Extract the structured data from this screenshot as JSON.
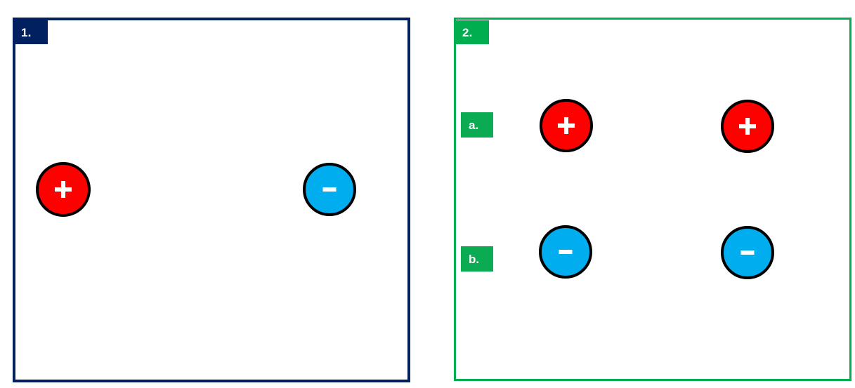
{
  "colors": {
    "panel_1_border": "#002060",
    "panel_2_border": "#00ad4f",
    "badge_navy": "#002060",
    "badge_green": "#00ad4f",
    "row_badge_green": "#0aab52",
    "positive_charge": "#fd0000",
    "negative_charge": "#00aeef",
    "charge_outline": "#000000",
    "sign_color": "#ffffff",
    "background": "#ffffff"
  },
  "panels": [
    {
      "id": "panel-1",
      "badge_label": "1.",
      "border_color": "#002060",
      "rows": [
        {
          "id": "panel-1-row",
          "label": "",
          "charges": [
            {
              "sign": "+",
              "polarity": "positive",
              "icon": "plus-icon"
            },
            {
              "sign": "−",
              "polarity": "negative",
              "icon": "minus-icon"
            }
          ]
        }
      ]
    },
    {
      "id": "panel-2",
      "badge_label": "2.",
      "border_color": "#00ad4f",
      "rows": [
        {
          "id": "panel-2-row-a",
          "label": "a.",
          "charges": [
            {
              "sign": "+",
              "polarity": "positive",
              "icon": "plus-icon"
            },
            {
              "sign": "+",
              "polarity": "positive",
              "icon": "plus-icon"
            }
          ]
        },
        {
          "id": "panel-2-row-b",
          "label": "b.",
          "charges": [
            {
              "sign": "−",
              "polarity": "negative",
              "icon": "minus-icon"
            },
            {
              "sign": "−",
              "polarity": "negative",
              "icon": "minus-icon"
            }
          ]
        }
      ]
    }
  ]
}
